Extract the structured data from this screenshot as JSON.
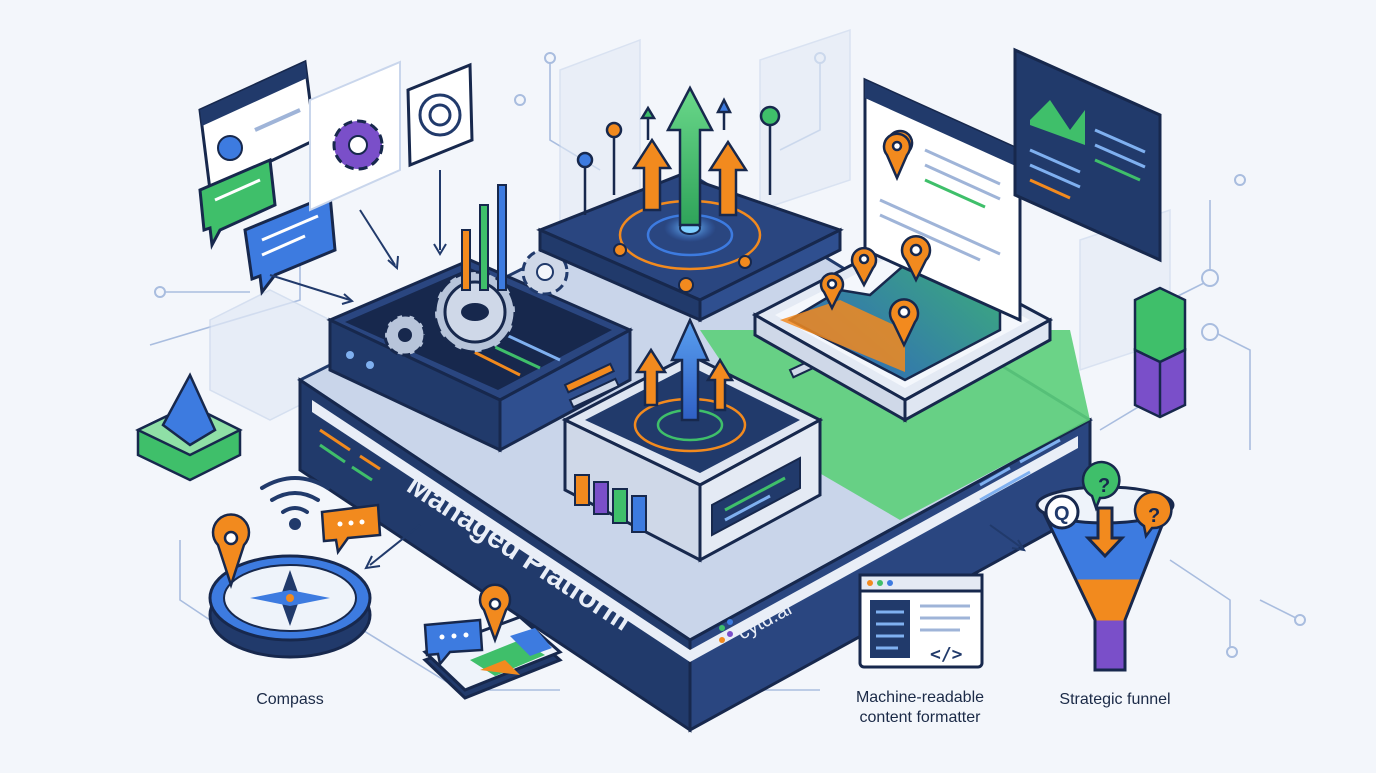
{
  "platform": {
    "label": "Managed Platform",
    "brand": "cytd.ai"
  },
  "captions": {
    "compass": "Compass",
    "formatter_line1": "Machine-readable",
    "formatter_line2": "content formatter",
    "funnel": "Strategic funnel"
  },
  "icons": {
    "formatter_code": "</>",
    "funnel_search": "Q",
    "funnel_question": "?"
  },
  "colors": {
    "navy": "#213a6b",
    "navy_dark": "#17284d",
    "blue": "#3d7be0",
    "green": "#3fbf6a",
    "orange": "#f28a1e",
    "purple": "#7a4fc9",
    "line": "#9fb4d8",
    "panel": "#eef3fa"
  }
}
